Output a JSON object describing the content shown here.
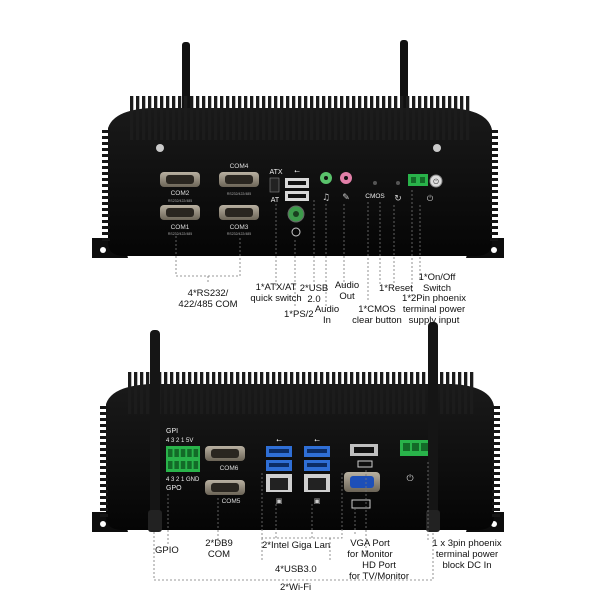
{
  "top_panel": {
    "port_labels": {
      "com2": "COM2",
      "com4": "COM4",
      "com1": "COM1",
      "com3": "COM3",
      "com_small": "RS232/422/485",
      "atx": "ATX",
      "at": "AT",
      "cmos": "CMOS"
    },
    "callouts": {
      "rs232": "4*RS232/\n422/485 COM",
      "atx_switch": "1*ATX/AT\nquick switch",
      "ps2": "1*PS/2",
      "usb": "2*USB\n2.0",
      "audio_in": "Audio\nIn",
      "audio_out": "Audio\nOut",
      "cmos_clear": "1*CMOS\nclear button",
      "reset": "1*Reset",
      "phoenix_power": "1*2Pin phoenix\nterminal power\nsupply input",
      "onoff": "1*On/Off\nSwitch"
    }
  },
  "bottom_panel": {
    "port_labels": {
      "gpi": "GPI",
      "gpi_pins": "4 3 2 1 5V",
      "gpo_pins": "4 3 2 1 GND",
      "gpo": "GPO",
      "com6": "COM6",
      "com5": "COM5"
    },
    "callouts": {
      "gpio": "GPIO",
      "db9": "2*DB9\nCOM",
      "giga_lan": "2*Intel Giga Lan",
      "usb3": "4*USB3.0",
      "wifi": "2*Wi-Fi",
      "vga": "VGA Port\nfor Monitor",
      "hd_port": "HD Port\nfor TV/Monitor",
      "dc_in": "1 x 3pin phoenix\nterminal power\nblock DC In"
    }
  },
  "colors": {
    "chassis": "#0b0b0b",
    "fin": "#1c1c1c",
    "db9_metal": "#8a8172",
    "usb3_blue": "#2f6fd6",
    "vga_blue": "#1d4fb8",
    "terminal_green": "#29b34a",
    "ps2_green": "#3c9a4a",
    "audio_green": "#59c26b",
    "audio_pink": "#e27fa8"
  }
}
